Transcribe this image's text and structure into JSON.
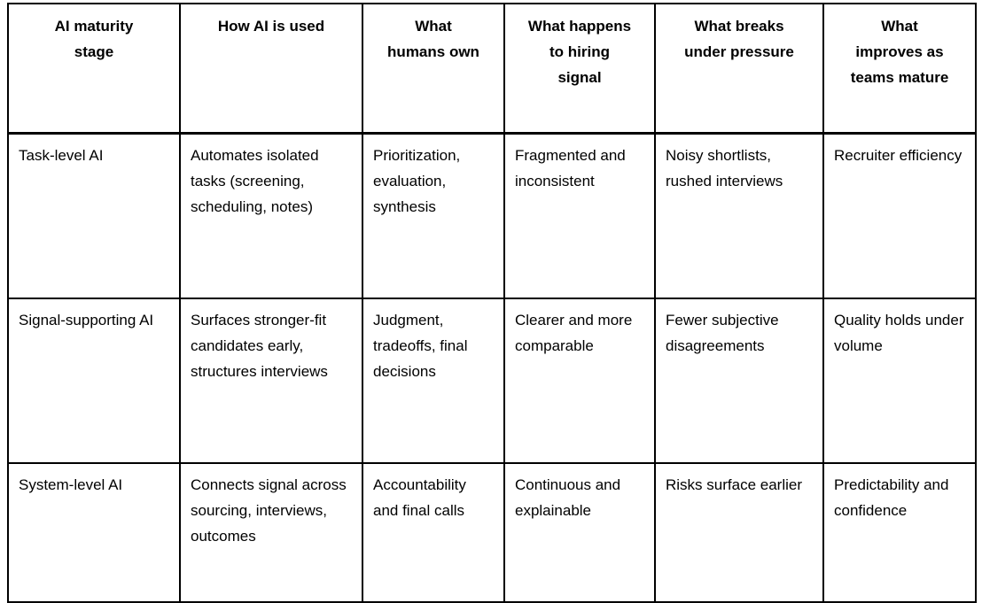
{
  "table": {
    "columns": [
      {
        "id": "stage",
        "label": "AI maturity\nstage"
      },
      {
        "id": "usage",
        "label": "How AI is used"
      },
      {
        "id": "humans_own",
        "label": "What\nhumans own"
      },
      {
        "id": "hiring",
        "label": "What happens\nto hiring\nsignal"
      },
      {
        "id": "pressure",
        "label": "What breaks\nunder pressure"
      },
      {
        "id": "maturity",
        "label": "What\nimproves as\nteams mature"
      }
    ],
    "rows": [
      {
        "stage": "Task-level AI",
        "usage": "Automates isolated tasks (screening, scheduling, notes)",
        "humans_own": "Prioritization, evaluation, synthesis",
        "hiring": "Fragmented and inconsistent",
        "pressure": "Noisy shortlists, rushed interviews",
        "maturity": "Recruiter efficiency"
      },
      {
        "stage": "Signal-supporting AI",
        "usage": "Surfaces stronger-fit candidates early, structures interviews",
        "humans_own": "Judgment, tradeoffs, final decisions",
        "hiring": "Clearer and more comparable",
        "pressure": "Fewer subjective disagreements",
        "maturity": "Quality holds under volume"
      },
      {
        "stage": "System-level AI",
        "usage": "Connects signal across sourcing, interviews, outcomes",
        "humans_own": "Accountability and final calls",
        "hiring": "Continuous and explainable",
        "pressure": "Risks surface earlier",
        "maturity": "Predictability and confidence"
      }
    ]
  },
  "style": {
    "border_color": "#000000",
    "text_color": "#000000",
    "background": "#ffffff"
  }
}
